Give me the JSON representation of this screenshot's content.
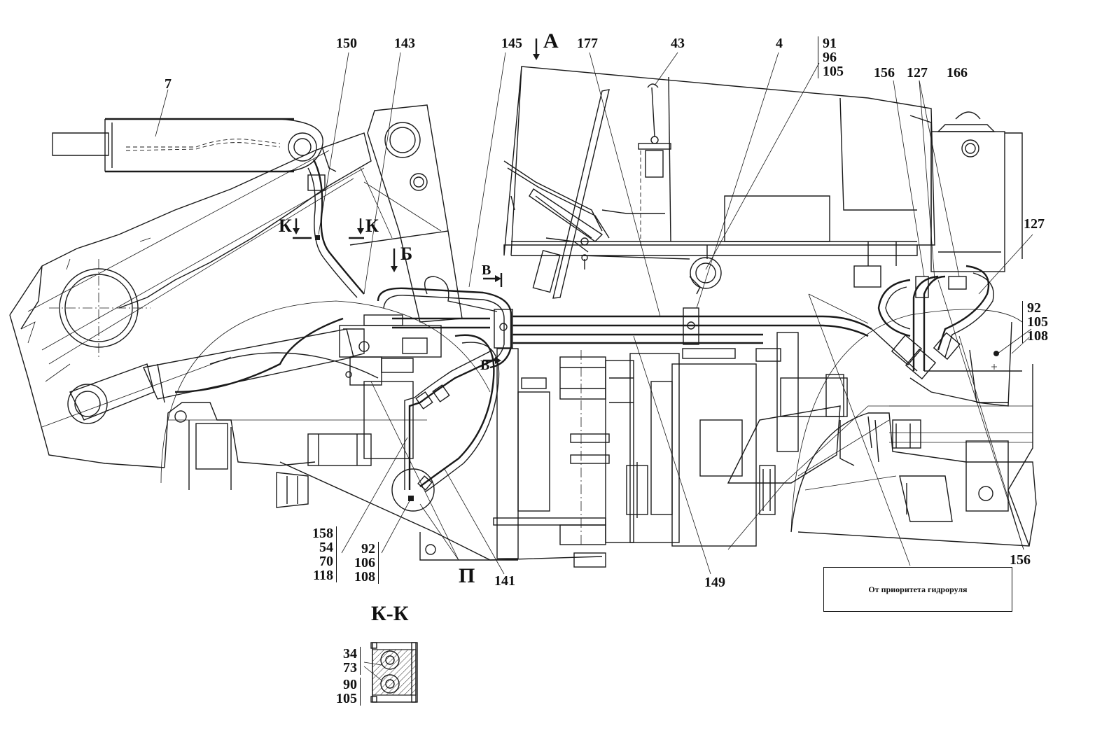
{
  "labels_top": {
    "l7": "7",
    "l150": "150",
    "l143": "143",
    "l145": "145",
    "l177": "177",
    "l43": "43",
    "l4": "4",
    "l156": "156",
    "l127a": "127",
    "l166": "166",
    "l127b": "127",
    "l141": "141",
    "l149": "149",
    "l156b": "156"
  },
  "stack_91": [
    "91",
    "96",
    "105"
  ],
  "stack_92_right": [
    "92",
    "105",
    "108"
  ],
  "stack_158": [
    "158",
    "54",
    "70",
    "118"
  ],
  "stack_92_bottom": [
    "92",
    "106",
    "108"
  ],
  "stack_34": [
    "34",
    "73"
  ],
  "stack_90": [
    "90",
    "105"
  ],
  "section_marks": {
    "A": "А",
    "B": "Б",
    "V1": "В",
    "V2": "В",
    "K1": "К",
    "K2": "К",
    "P": "П",
    "section_title": "К-К"
  },
  "note": "От приоритета гидроруля"
}
